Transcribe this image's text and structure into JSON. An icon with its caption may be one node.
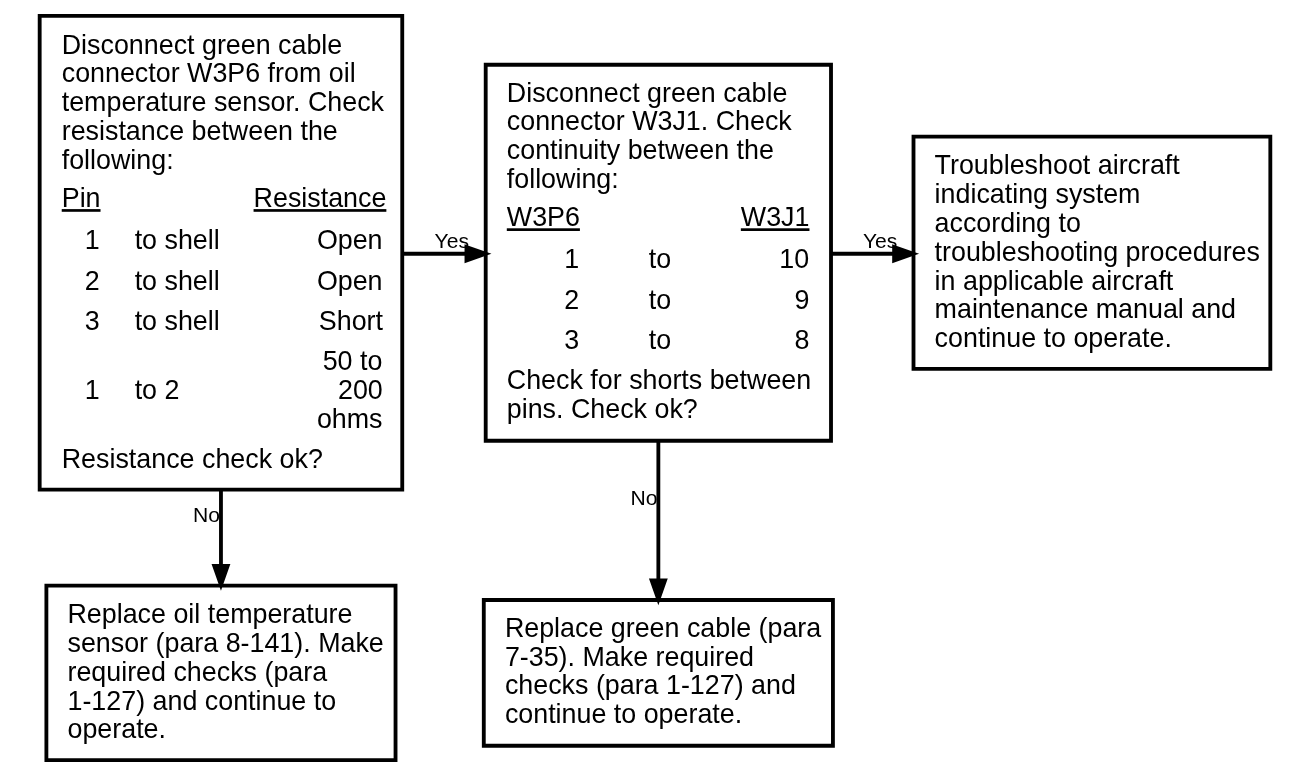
{
  "diagram": {
    "nodes": [
      {
        "text": [
          "Disconnect green cable connector W3P6 from oil temperature sensor. Check resistance between the following:",
          "Pin",
          "Resistance",
          "1",
          "to shell",
          "Open",
          "2",
          "to shell",
          "Open",
          "3",
          "to shell",
          "Short",
          "1",
          "to 2",
          "50 to 200 ohms",
          "Resistance check ok?"
        ]
      },
      {
        "text": [
          "Disconnect green cable connector W3J1. Check continuity between the following:",
          "W3P6",
          "W3J1",
          "1",
          "to",
          "10",
          "2",
          "to",
          "9",
          "3",
          "to",
          "8",
          "Check for shorts between pins. Check ok?"
        ]
      },
      {
        "text": [
          "Troubleshoot aircraft indicating system according to troubleshooting procedures in applicable aircraft maintenance manual and continue to operate."
        ]
      },
      {
        "text": [
          "Replace oil temperature sensor (para 8-141). Make required checks (para 1-127) and continue to operate."
        ]
      },
      {
        "text": [
          "Replace green cable (para 7-35). Make required checks (para 1-127) and continue to operate."
        ]
      }
    ],
    "edges": [
      {
        "from": 0,
        "to": 1,
        "arrow": "to",
        "label": "Yes"
      },
      {
        "from": 1,
        "to": 2,
        "arrow": "to",
        "label": "Yes"
      },
      {
        "from": 0,
        "to": 3,
        "arrow": "to",
        "label": "No"
      },
      {
        "from": 1,
        "to": 4,
        "arrow": "to",
        "label": "No"
      }
    ]
  }
}
